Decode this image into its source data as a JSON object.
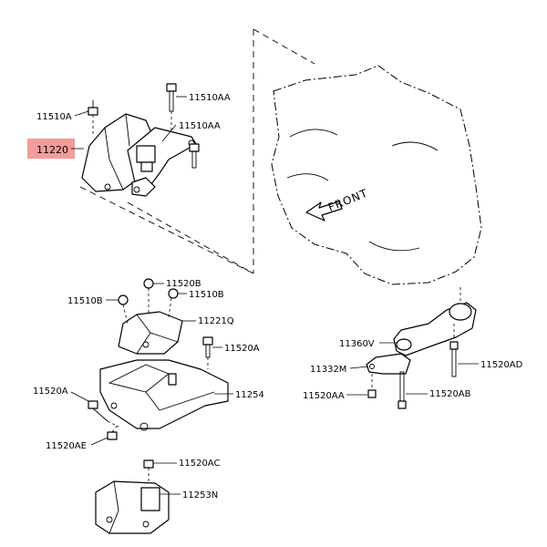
{
  "diagram": {
    "highlight_color": "#f59a9a",
    "front_label": "FRONT",
    "labels": {
      "p11220": "11220",
      "p11510A": "11510A",
      "p11510AA_top": "11510AA",
      "p11510AA_mid": "11510AA",
      "p11520B": "11520B",
      "p11510B_left": "11510B",
      "p11510B_right": "11510B",
      "p11221Q": "11221Q",
      "p11520A_right": "11520A",
      "p11254": "11254",
      "p11520A_left": "11520A",
      "p11520AE": "11520AE",
      "p11520AC": "11520AC",
      "p11253N": "11253N",
      "p11360V": "11360V",
      "p11332M": "11332M",
      "p11520AD": "11520AD",
      "p11520AA": "11520AA",
      "p11520AB": "11520AB"
    }
  }
}
